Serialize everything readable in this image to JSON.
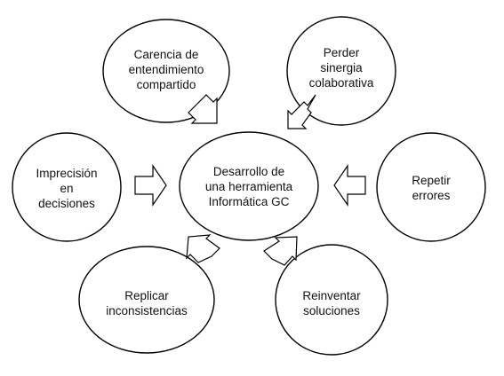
{
  "center": {
    "lines": [
      "Desarrollo de",
      "una herramienta",
      "Informática GC"
    ]
  },
  "causes": [
    {
      "id": "carencia",
      "lines": [
        "Carencia de",
        "entendimiento",
        "compartido"
      ]
    },
    {
      "id": "perder",
      "lines": [
        "Perder",
        "sinergia",
        "colaborativa"
      ]
    },
    {
      "id": "imprecision",
      "lines": [
        "Imprecisión",
        "en",
        "decisiones"
      ]
    },
    {
      "id": "repetir",
      "lines": [
        "Repetir",
        "errores"
      ]
    },
    {
      "id": "replicar",
      "lines": [
        "Replicar",
        "inconsistencias"
      ]
    },
    {
      "id": "reinventar",
      "lines": [
        "Reinventar",
        "soluciones"
      ]
    }
  ],
  "colors": {
    "stroke": "#000000",
    "fill": "#ffffff",
    "text": "#111111"
  }
}
